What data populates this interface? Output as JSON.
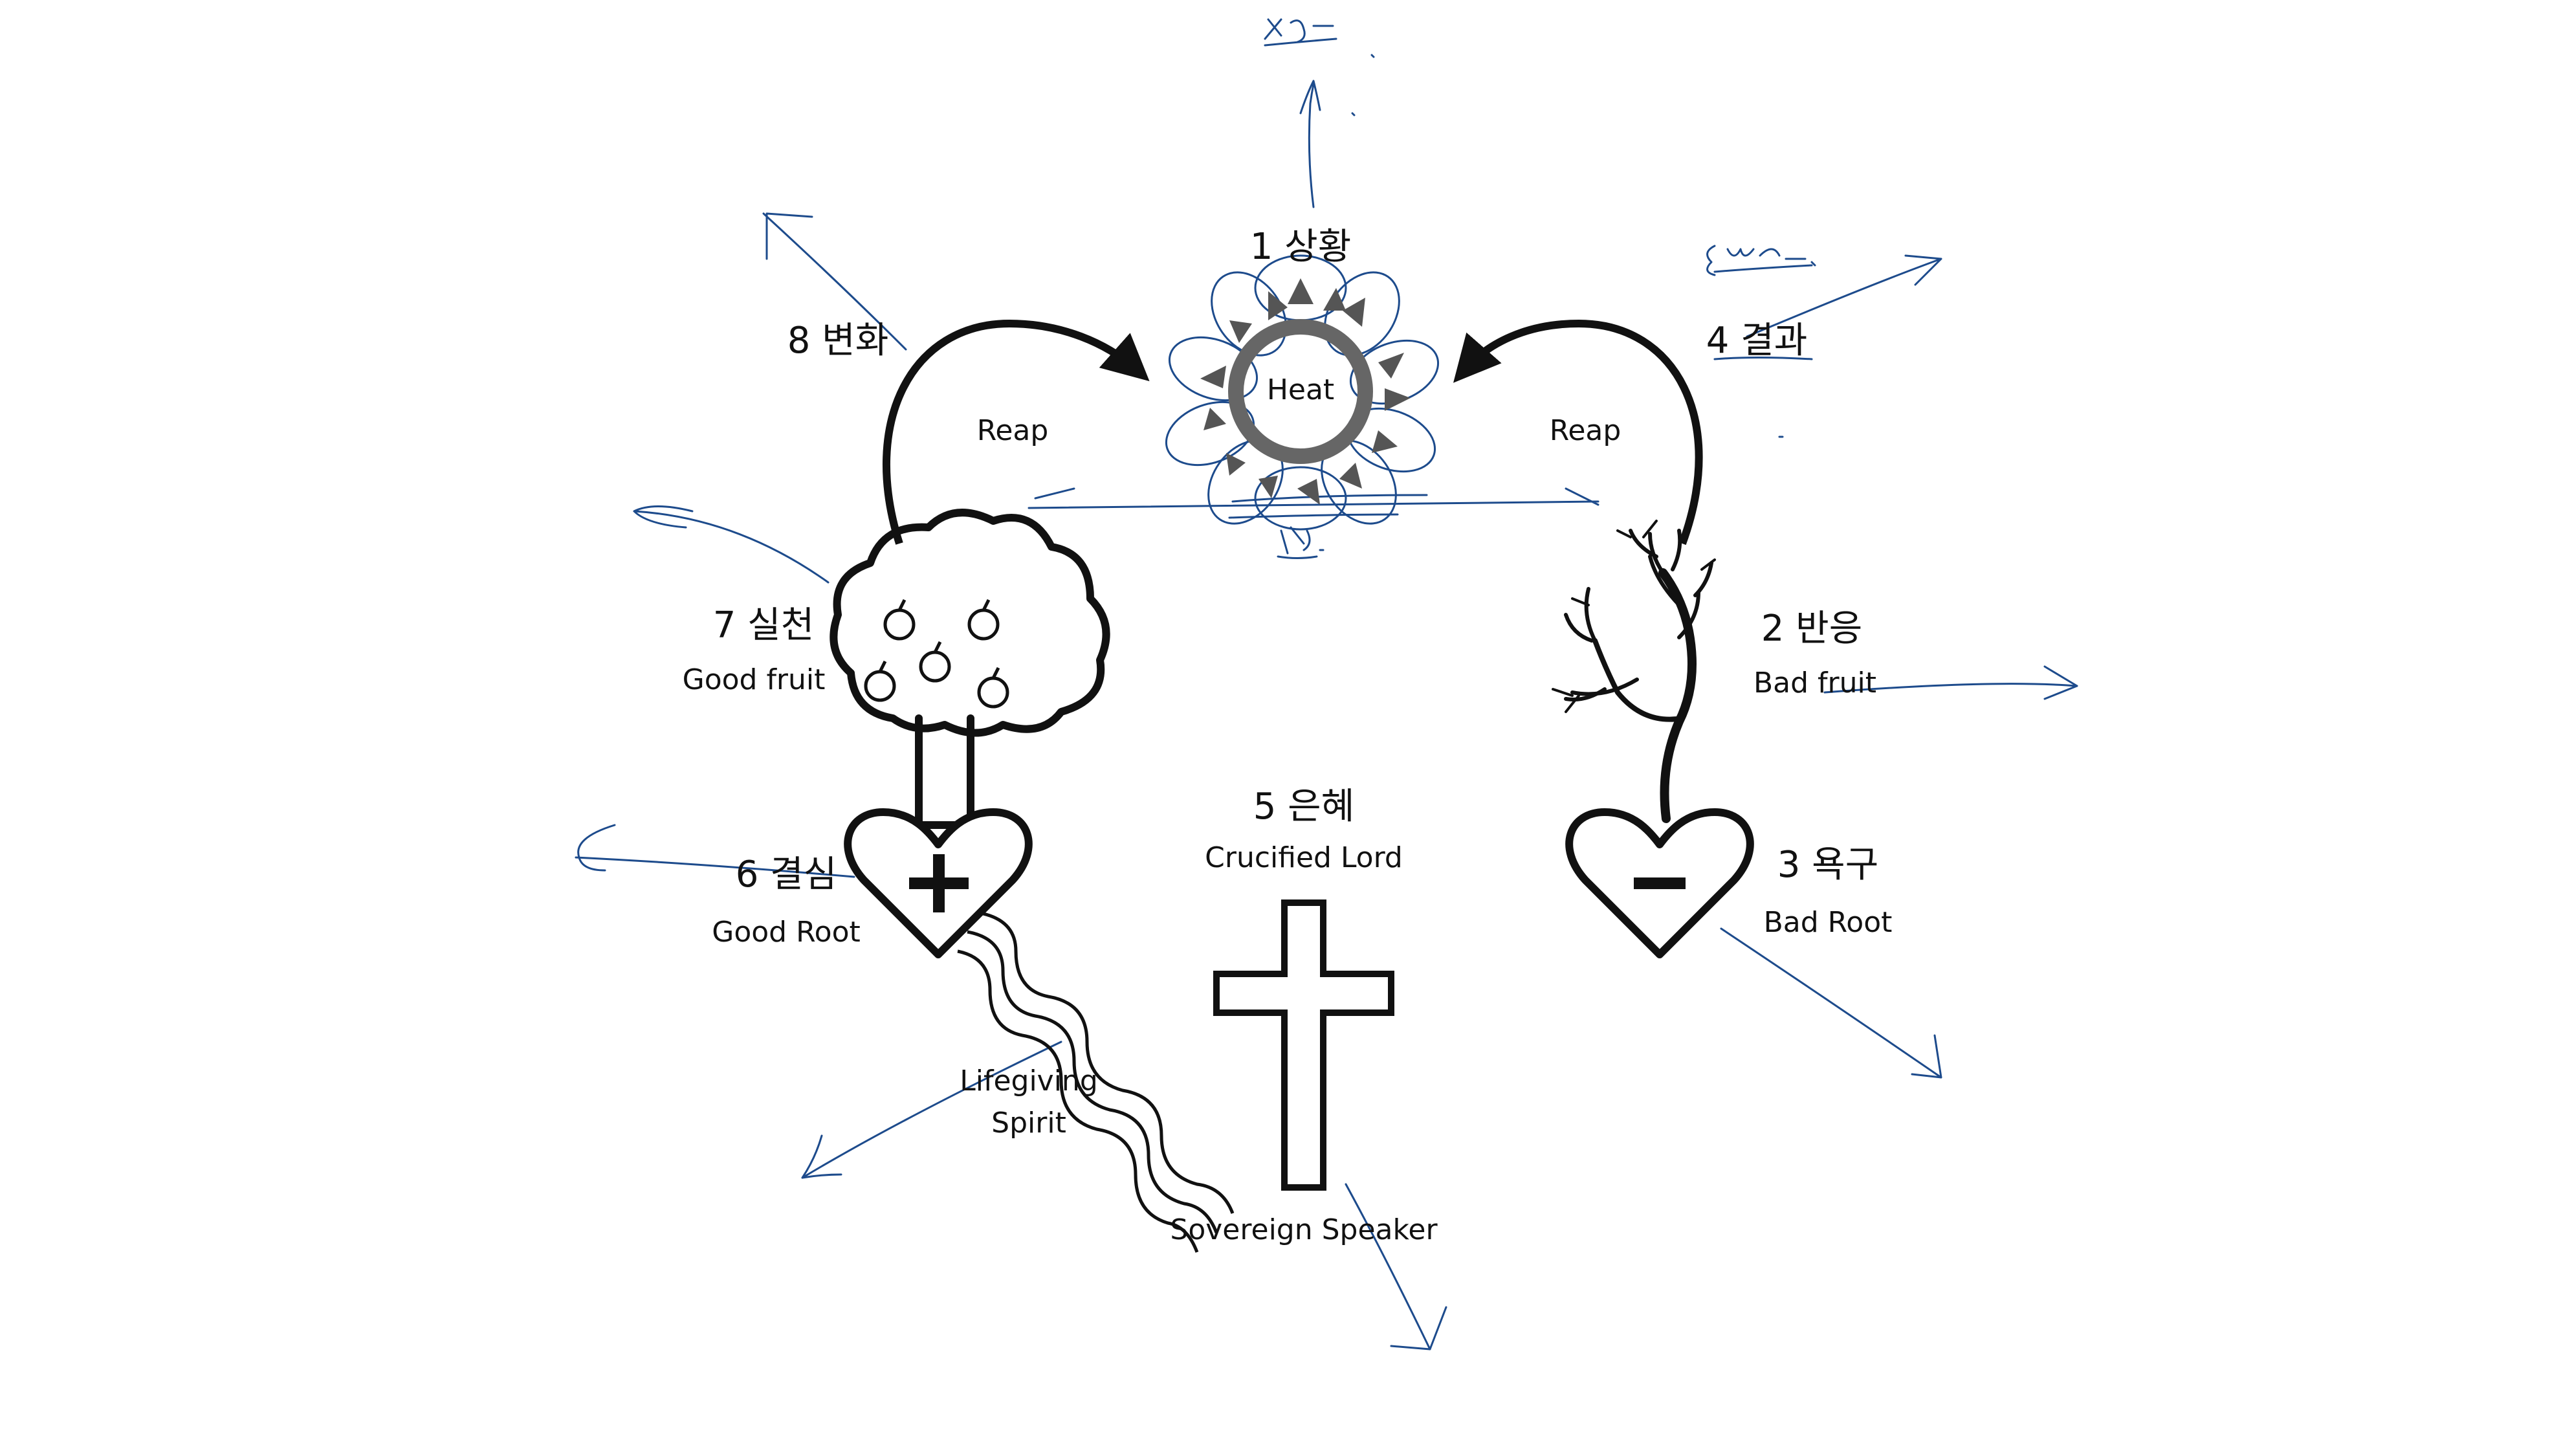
{
  "labels": {
    "situation": "1 상황",
    "heat": "Heat",
    "response": "2 반응",
    "bad_fruit": "Bad fruit",
    "desire": "3 욕구",
    "bad_root": "Bad Root",
    "result": "4 결과",
    "reap_right": "Reap",
    "grace": "5 은혜",
    "crucified_lord": "Crucified Lord",
    "decision": "6 결심",
    "good_root": "Good Root",
    "practice": "7 실천",
    "good_fruit": "Good fruit",
    "change": "8 변화",
    "reap_left": "Reap",
    "lifegiving": "Lifegiving",
    "spirit": "Spirit",
    "sovereign_speaker": "Sovereign Speaker"
  },
  "colors": {
    "ink": "#111111",
    "handwriting": "#1d4b8c",
    "sun_ring": "#666666",
    "sun_rays": "#555555"
  },
  "icons": [
    "sun-icon",
    "apple-tree-icon",
    "bare-tree-icon",
    "heart-plus-icon",
    "heart-minus-icon",
    "cross-icon",
    "wavy-river-icon"
  ]
}
